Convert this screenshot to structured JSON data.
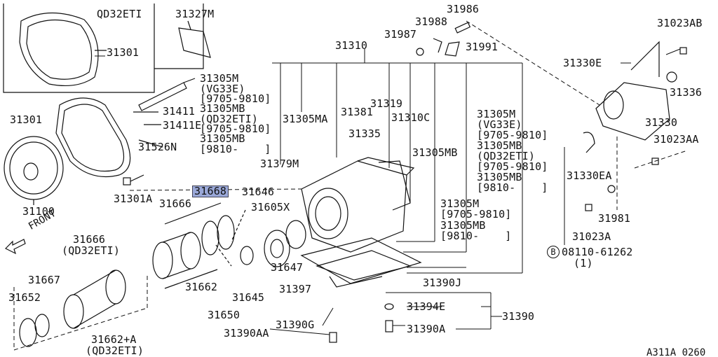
{
  "diagram": {
    "engine_variant_top": "QD32ETI",
    "front_label": "FRONT",
    "drawing_code": "A311A 0260",
    "bolt_marker": "B",
    "bolt_part": "08110-61262",
    "bolt_qty": "(1)",
    "highlight_color": "#9aa8d8",
    "parts": {
      "p31327M": "31327M",
      "p31301_top": "31301",
      "p31986": "31986",
      "p31988": "31988",
      "p31987": "31987",
      "p31991": "31991",
      "p31023AB": "31023AB",
      "p31310": "31310",
      "p31330E": "31330E",
      "p31336": "31336",
      "p31330": "31330",
      "p31023AA": "31023AA",
      "p31330EA": "31330EA",
      "p31981": "31981",
      "p31023A": "31023A",
      "p31301_left": "31301",
      "p31411": "31411",
      "p31411E": "31411E",
      "p31526N": "31526N",
      "p31100": "31100",
      "p31301A": "31301A",
      "p31668": "31668",
      "p31666": "31666",
      "p31605X": "31605X",
      "p31646": "31646",
      "p31379M": "31379M",
      "p31305MA": "31305MA",
      "p31381": "31381",
      "p31319": "31319",
      "p31310C": "31310C",
      "p31335": "31335",
      "p31305MB_mid": "31305MB",
      "p31666_qd": "31666",
      "p31667": "31667",
      "p31652": "31652",
      "p31662A": "31662+A",
      "p31662": "31662",
      "p31650": "31650",
      "p31645": "31645",
      "p31647": "31647",
      "p31397": "31397",
      "p31390J": "31390J",
      "p31394E": "31394E",
      "p31390": "31390",
      "p31390G": "31390G",
      "p31390A": "31390A",
      "p31390AA": "31390AA"
    },
    "note_left": {
      "l1": "31305M",
      "l2": "(VG33E)",
      "l3": "[9705-9810]",
      "l4": "31305MB",
      "l5": "(QD32ETI)",
      "l6": "[9705-9810]",
      "l7": "31305MB",
      "l8": "[9810-    ]"
    },
    "note_right": {
      "l1": "31305M",
      "l2": "(VG33E)",
      "l3": "[9705-9810]",
      "l4": "31305MB",
      "l5": "(QD32ETI)",
      "l6": "[9705-9810]",
      "l7": "31305MB",
      "l8": "[9810-    ]"
    },
    "note_center": {
      "l1": "31305M",
      "l2": "[9705-9810]",
      "l3": "31305MB",
      "l4": "[9810-    ]"
    },
    "qd_label_a": "(QD32ETI)",
    "qd_label_b": "(QD32ETI)"
  }
}
